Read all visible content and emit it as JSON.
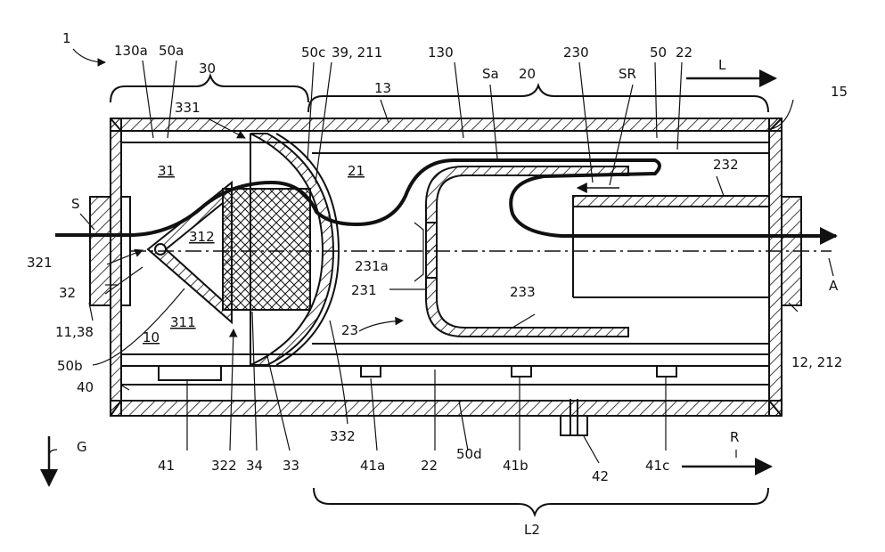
{
  "labels": {
    "l1": "1",
    "l130a": "130a",
    "l50a": "50a",
    "l30": "30",
    "l331": "331",
    "l50c": "50c",
    "l39_211": "39, 211",
    "l130": "130",
    "lSa": "Sa",
    "l20": "20",
    "l230": "230",
    "lSR": "SR",
    "l50": "50",
    "l22_top": "22",
    "lL": "L",
    "l13": "13",
    "l15": "15",
    "l31": "31",
    "l21": "21",
    "l232": "232",
    "lS": "S",
    "l312": "312",
    "l321": "321",
    "l231a": "231a",
    "l32": "32",
    "l231": "231",
    "l233": "233",
    "lA": "A",
    "l11_38": "11,38",
    "l311": "311",
    "l23": "23",
    "l10": "10",
    "l50b": "50b",
    "l12_212": "12, 212",
    "l40": "40",
    "lG": "G",
    "l332": "332",
    "lR": "R",
    "l41": "41",
    "l322": "322",
    "l34": "34",
    "l33": "33",
    "l41a": "41a",
    "l22_bot": "22",
    "l50d": "50d",
    "l41b": "41b",
    "l42": "42",
    "l41c": "41c",
    "lL2": "L2"
  },
  "colors": {
    "line": "#111111",
    "background": "#ffffff"
  }
}
